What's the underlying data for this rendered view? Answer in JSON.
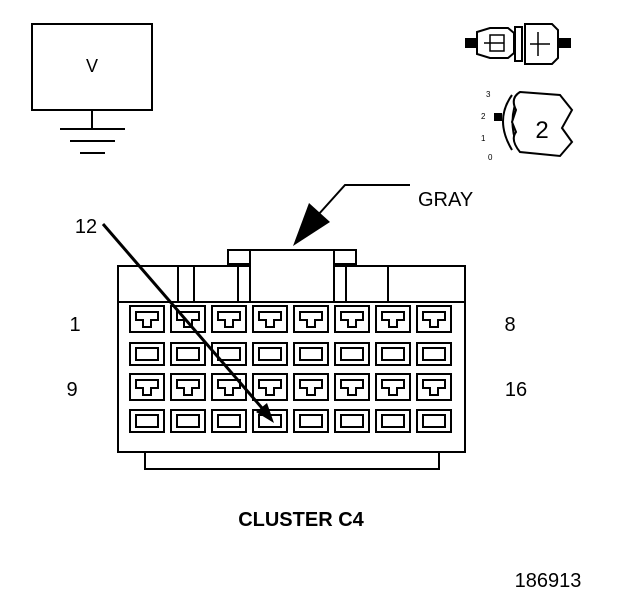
{
  "meter": {
    "symbol": "V"
  },
  "selector": {
    "scale_labels": [
      "3",
      "2",
      "1",
      "0"
    ],
    "setting": "2"
  },
  "connector": {
    "name": "CLUSTER C4",
    "color_label": "GRAY",
    "pointed_pin": "12",
    "row1_left": "1",
    "row1_right": "8",
    "row2_left": "9",
    "row2_right": "16"
  },
  "figure_number": "186913"
}
